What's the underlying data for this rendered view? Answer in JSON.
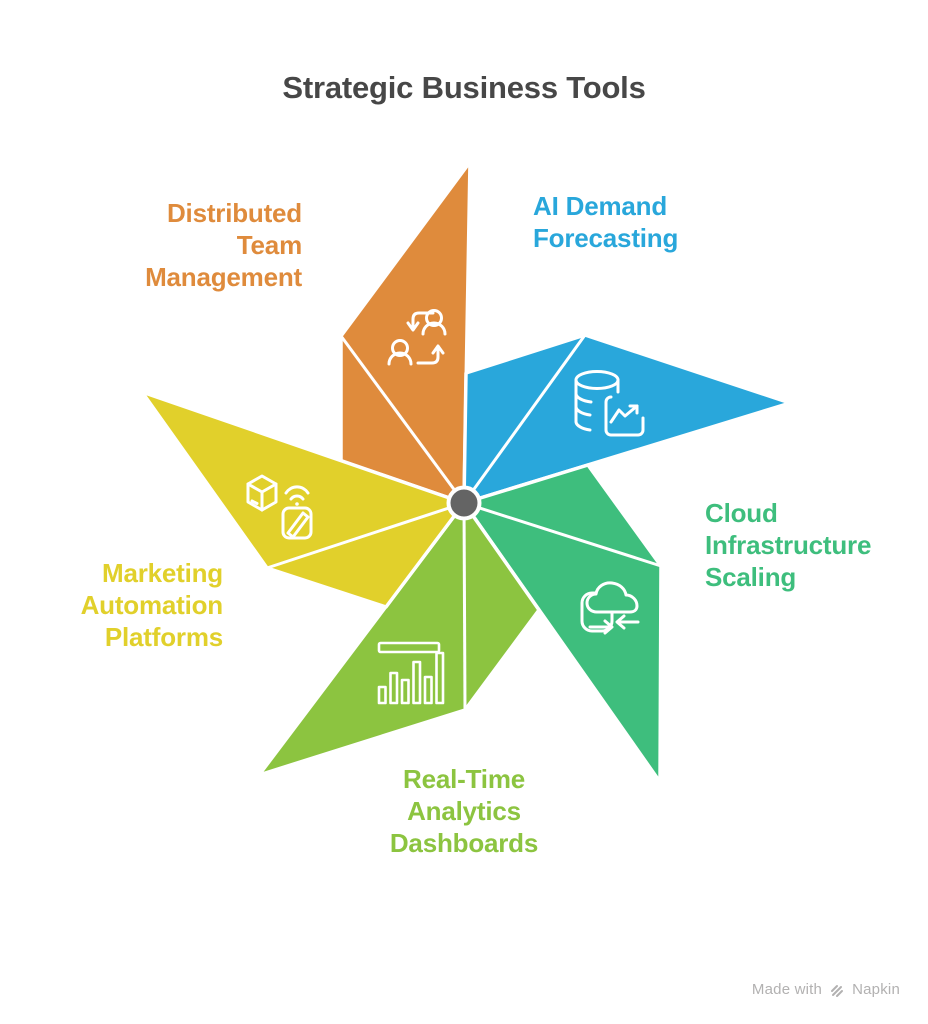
{
  "title": "Strategic Business Tools",
  "title_color": "#474747",
  "hub": {
    "color": "#646464"
  },
  "blades": [
    {
      "name": "distributed-team-management",
      "label": "Distributed\nTeam\nManagement",
      "color": "#DF8B3C",
      "icon": "team-exchange-icon"
    },
    {
      "name": "ai-demand-forecasting",
      "label": "AI Demand\nForecasting",
      "color": "#29A7DB",
      "icon": "database-trend-icon"
    },
    {
      "name": "cloud-infrastructure-scaling",
      "label": "Cloud\nInfrastructure\nScaling",
      "color": "#3EBE7D",
      "icon": "cloud-scaling-icon"
    },
    {
      "name": "real-time-analytics-dashboards",
      "label": "Real-Time\nAnalytics\nDashboards",
      "color": "#8CC440",
      "icon": "analytics-bars-icon"
    },
    {
      "name": "marketing-automation-platforms",
      "label": "Marketing\nAutomation\nPlatforms",
      "color": "#E1D02B",
      "icon": "package-edit-icon"
    }
  ],
  "watermark": {
    "text": "Made with",
    "brand": "Napkin",
    "color": "#B2B1B1"
  }
}
